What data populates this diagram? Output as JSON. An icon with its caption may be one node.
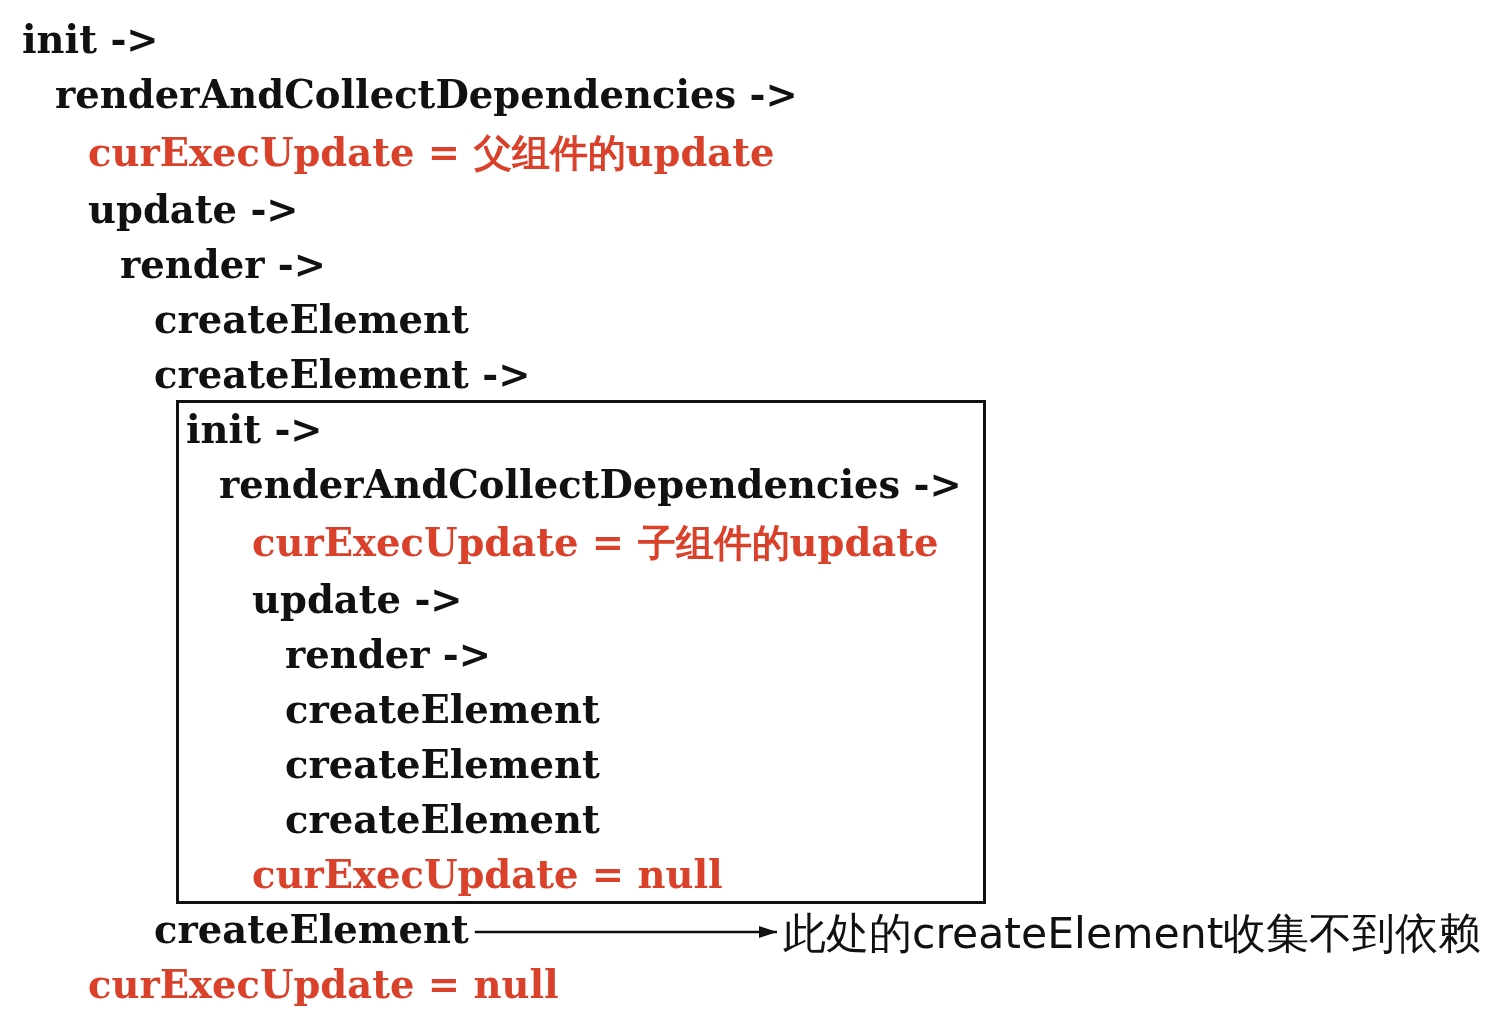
{
  "diagram": {
    "nodes": [
      {
        "text": [
          "init ->",
          "renderAndCollectDependencies ->",
          "curExecUpdate = 子组件的update",
          "update ->",
          "render ->",
          "createElement",
          "createElement",
          "createElement",
          "curExecUpdate = null"
        ]
      },
      {
        "text": [
          "createElement"
        ]
      },
      {
        "text": [
          "此处的createElement收集不到依赖"
        ]
      }
    ],
    "edges": [
      {
        "from": 1,
        "to": 2,
        "arrow": "to"
      }
    ],
    "labels": [
      "init ->",
      "renderAndCollectDependencies ->",
      "curExecUpdate = 父组件的update",
      "update ->",
      "render ->",
      "createElement",
      "createElement ->",
      "curExecUpdate = null"
    ]
  }
}
